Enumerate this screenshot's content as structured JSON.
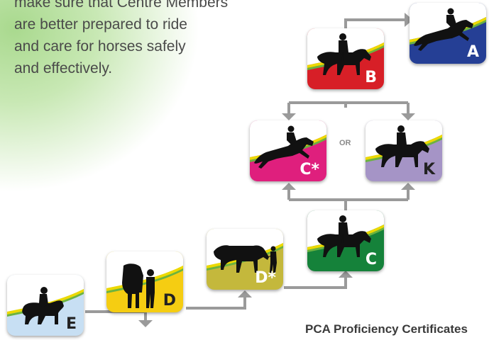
{
  "intro_text": "make sure that Centre Members\nare better prepared to ride\nand care for horses safely\nand effectively.",
  "or_label": "OR",
  "caption": "PCA Proficiency Certificates",
  "certificates": [
    {
      "key": "E",
      "letter": "E",
      "bottom_color": "#c7dff3",
      "letter_color": "#222222",
      "figure": "pony-rider"
    },
    {
      "key": "D",
      "letter": "D",
      "bottom_color": "#f5cd12",
      "letter_color": "#222222",
      "figure": "child-with-pony"
    },
    {
      "key": "Ds",
      "letter": "D*",
      "bottom_color": "#c4b83c",
      "letter_color": "#ffffff",
      "figure": "leading-horse"
    },
    {
      "key": "C",
      "letter": "C",
      "bottom_color": "#15823a",
      "letter_color": "#ffffff",
      "figure": "walking-rider"
    },
    {
      "key": "Cs",
      "letter": "C*",
      "bottom_color": "#df1f7d",
      "letter_color": "#ffffff",
      "figure": "jumping-rider"
    },
    {
      "key": "K",
      "letter": "K",
      "bottom_color": "#a594c6",
      "letter_color": "#222222",
      "figure": "walking-rider"
    },
    {
      "key": "B",
      "letter": "B",
      "bottom_color": "#d71f27",
      "letter_color": "#ffffff",
      "figure": "walking-rider"
    },
    {
      "key": "A",
      "letter": "A",
      "bottom_color": "#253f95",
      "letter_color": "#ffffff",
      "figure": "jumping-rider"
    }
  ],
  "colors": {
    "arrow": "#9a9a9a",
    "stripe_yellow": "#ecd900",
    "stripe_green": "#6cb33f",
    "silhouette": "#111111"
  }
}
